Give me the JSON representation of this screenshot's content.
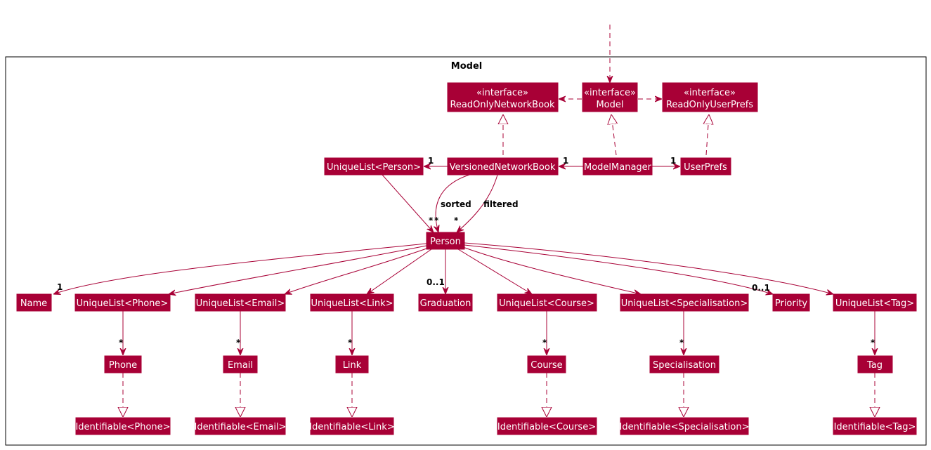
{
  "package": {
    "title": "Model"
  },
  "classes": {
    "read_only_network_book": {
      "stereotype": "«interface»",
      "name": "ReadOnlyNetworkBook"
    },
    "model": {
      "stereotype": "«interface»",
      "name": "Model"
    },
    "read_only_user_prefs": {
      "stereotype": "«interface»",
      "name": "ReadOnlyUserPrefs"
    },
    "unique_list_person": {
      "name": "UniqueList<Person>"
    },
    "versioned_network_book": {
      "name": "VersionedNetworkBook"
    },
    "model_manager": {
      "name": "ModelManager"
    },
    "user_prefs": {
      "name": "UserPrefs"
    },
    "person": {
      "name": "Person"
    },
    "name": {
      "name": "Name"
    },
    "unique_list_phone": {
      "name": "UniqueList<Phone>"
    },
    "unique_list_email": {
      "name": "UniqueList<Email>"
    },
    "unique_list_link": {
      "name": "UniqueList<Link>"
    },
    "graduation": {
      "name": "Graduation"
    },
    "unique_list_course": {
      "name": "UniqueList<Course>"
    },
    "unique_list_specialisation": {
      "name": "UniqueList<Specialisation>"
    },
    "priority": {
      "name": "Priority"
    },
    "unique_list_tag": {
      "name": "UniqueList<Tag>"
    },
    "phone": {
      "name": "Phone"
    },
    "email": {
      "name": "Email"
    },
    "link": {
      "name": "Link"
    },
    "course": {
      "name": "Course"
    },
    "specialisation": {
      "name": "Specialisation"
    },
    "tag": {
      "name": "Tag"
    },
    "identifiable_phone": {
      "name": "Identifiable<Phone>"
    },
    "identifiable_email": {
      "name": "Identifiable<Email>"
    },
    "identifiable_link": {
      "name": "Identifiable<Link>"
    },
    "identifiable_course": {
      "name": "Identifiable<Course>"
    },
    "identifiable_specialisation": {
      "name": "Identifiable<Specialisation>"
    },
    "identifiable_tag": {
      "name": "Identifiable<Tag>"
    }
  },
  "labels": {
    "vnb_to_list_mult": "1",
    "mm_to_vnb_mult": "1",
    "mm_to_prefs_mult": "1",
    "list_to_person_mult": "*",
    "sorted_mult": "*",
    "filtered_mult": "*",
    "sorted": "sorted",
    "filtered": "filtered",
    "name_mult": "1",
    "graduation_mult": "0..1",
    "priority_mult": "0..1",
    "phone_mult": "*",
    "email_mult": "*",
    "link_mult": "*",
    "course_mult": "*",
    "specialisation_mult": "*",
    "tag_mult": "*"
  },
  "colors": {
    "class_fill": "#a80036",
    "class_text": "#ffffff",
    "line": "#a80036"
  }
}
